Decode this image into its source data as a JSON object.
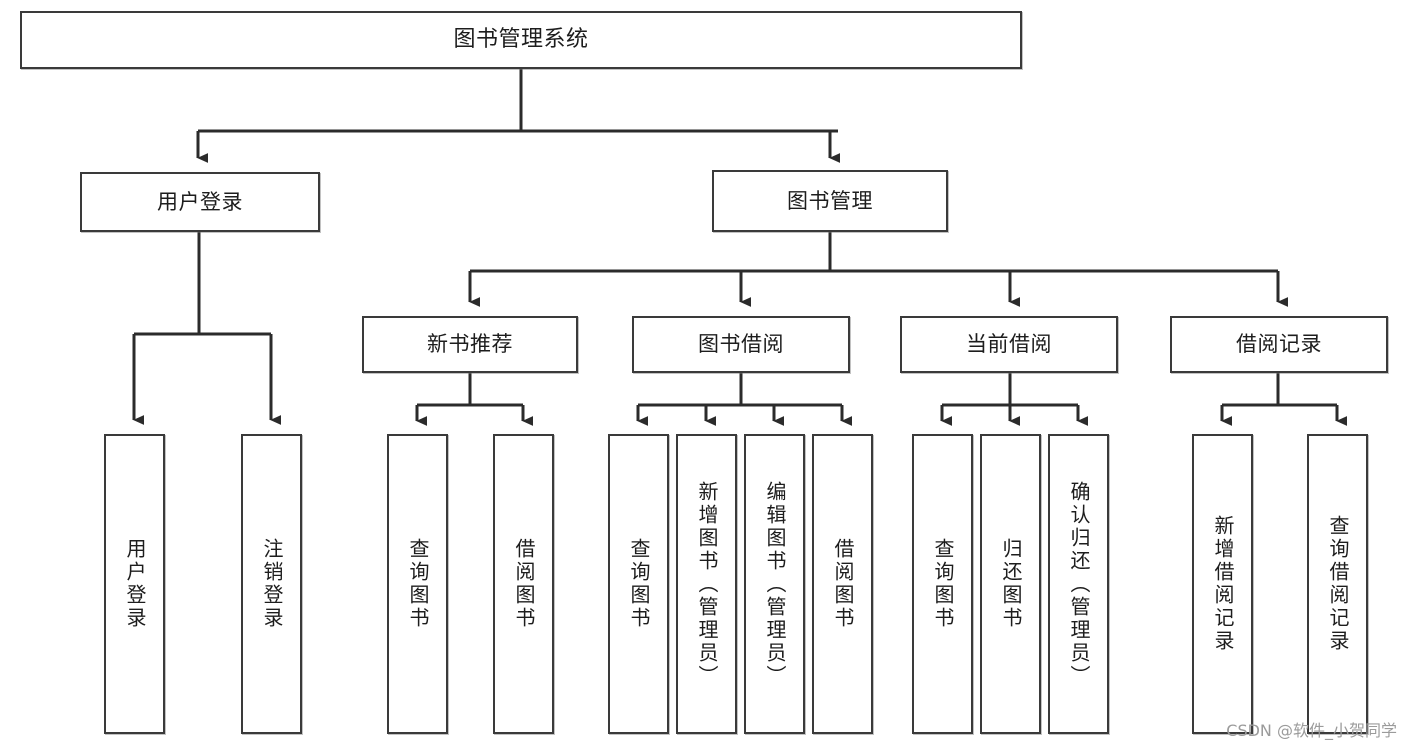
{
  "diagram": {
    "title": "图书管理系统",
    "watermark": "CSDN @软件_小贺同学",
    "colors": {
      "box_border": "#3a3a3a",
      "box_fill": "#ffffff",
      "connector": "#2b2b2b",
      "text": "#1d1d1d",
      "watermark": "#9b9b9b"
    },
    "nodes": {
      "root": "图书管理系统",
      "level2": {
        "user_login": "用户登录",
        "book_manage": "图书管理"
      },
      "level3": {
        "new_book_recommend": "新书推荐",
        "book_borrow": "图书借阅",
        "current_borrow": "当前借阅",
        "borrow_record": "借阅记录"
      },
      "leaves": {
        "user_login": [
          "用户登录",
          "注销登录"
        ],
        "new_book_recommend": [
          "查询图书",
          "借阅图书"
        ],
        "book_borrow": [
          "查询图书",
          "新增图书（管理员）",
          "编辑图书（管理员）",
          "借阅图书"
        ],
        "current_borrow": [
          "查询图书",
          "归还图书",
          "确认归还（管理员）"
        ],
        "borrow_record": [
          "新增借阅记录",
          "查询借阅记录"
        ]
      }
    }
  },
  "chart_data": {
    "type": "tree",
    "title": "图书管理系统",
    "orientation": "top-down",
    "edge_style": "orthogonal-arrow",
    "tree": {
      "label": "图书管理系统",
      "children": [
        {
          "label": "用户登录",
          "children": [
            {
              "label": "用户登录",
              "children": []
            },
            {
              "label": "注销登录",
              "children": []
            }
          ]
        },
        {
          "label": "图书管理",
          "children": [
            {
              "label": "新书推荐",
              "children": [
                {
                  "label": "查询图书",
                  "children": []
                },
                {
                  "label": "借阅图书",
                  "children": []
                }
              ]
            },
            {
              "label": "图书借阅",
              "children": [
                {
                  "label": "查询图书",
                  "children": []
                },
                {
                  "label": "新增图书（管理员）",
                  "children": []
                },
                {
                  "label": "编辑图书（管理员）",
                  "children": []
                },
                {
                  "label": "借阅图书",
                  "children": []
                }
              ]
            },
            {
              "label": "当前借阅",
              "children": [
                {
                  "label": "查询图书",
                  "children": []
                },
                {
                  "label": "归还图书",
                  "children": []
                },
                {
                  "label": "确认归还（管理员）",
                  "children": []
                }
              ]
            },
            {
              "label": "借阅记录",
              "children": [
                {
                  "label": "新增借阅记录",
                  "children": []
                },
                {
                  "label": "查询借阅记录",
                  "children": []
                }
              ]
            }
          ]
        }
      ]
    },
    "depth": 4,
    "node_count": 18,
    "leaf_count": 13
  }
}
